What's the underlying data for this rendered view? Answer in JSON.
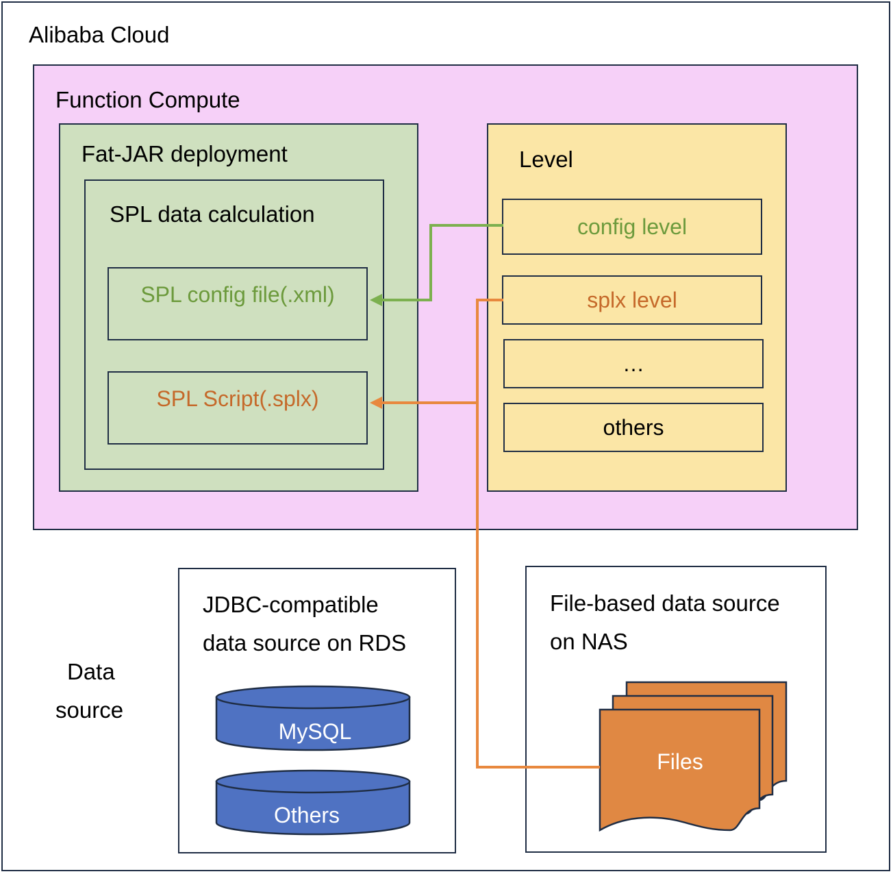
{
  "cloud": {
    "title": "Alibaba Cloud"
  },
  "function_compute": {
    "title": "Function Compute",
    "fatjar": {
      "title": "Fat-JAR deployment",
      "spl": {
        "title": "SPL data calculation",
        "config_file": "SPL config file(.xml)",
        "script_file": "SPL Script(.splx)"
      }
    },
    "level": {
      "title": "Level",
      "items": [
        "config level",
        "splx level",
        "…",
        "others"
      ]
    }
  },
  "data_source": {
    "label_line1": "Data",
    "label_line2": "source",
    "jdbc": {
      "title_line1": "JDBC-compatible",
      "title_line2": "data source on RDS",
      "databases": [
        "MySQL",
        "Others"
      ]
    },
    "nas": {
      "title_line1": "File-based data source",
      "title_line2": "on NAS",
      "files_label": "Files"
    }
  },
  "colors": {
    "border": "#1f2d44",
    "function_compute_bg": "#f6d0f8",
    "fatjar_bg": "#cfe0bf",
    "level_bg": "#fbe6a6",
    "green_text": "#6c9a3c",
    "orange_text": "#c5692a",
    "green_arrow": "#7cb04f",
    "orange_arrow": "#e8883e",
    "db_blue": "#4f72c2",
    "files_orange": "#e08843"
  }
}
